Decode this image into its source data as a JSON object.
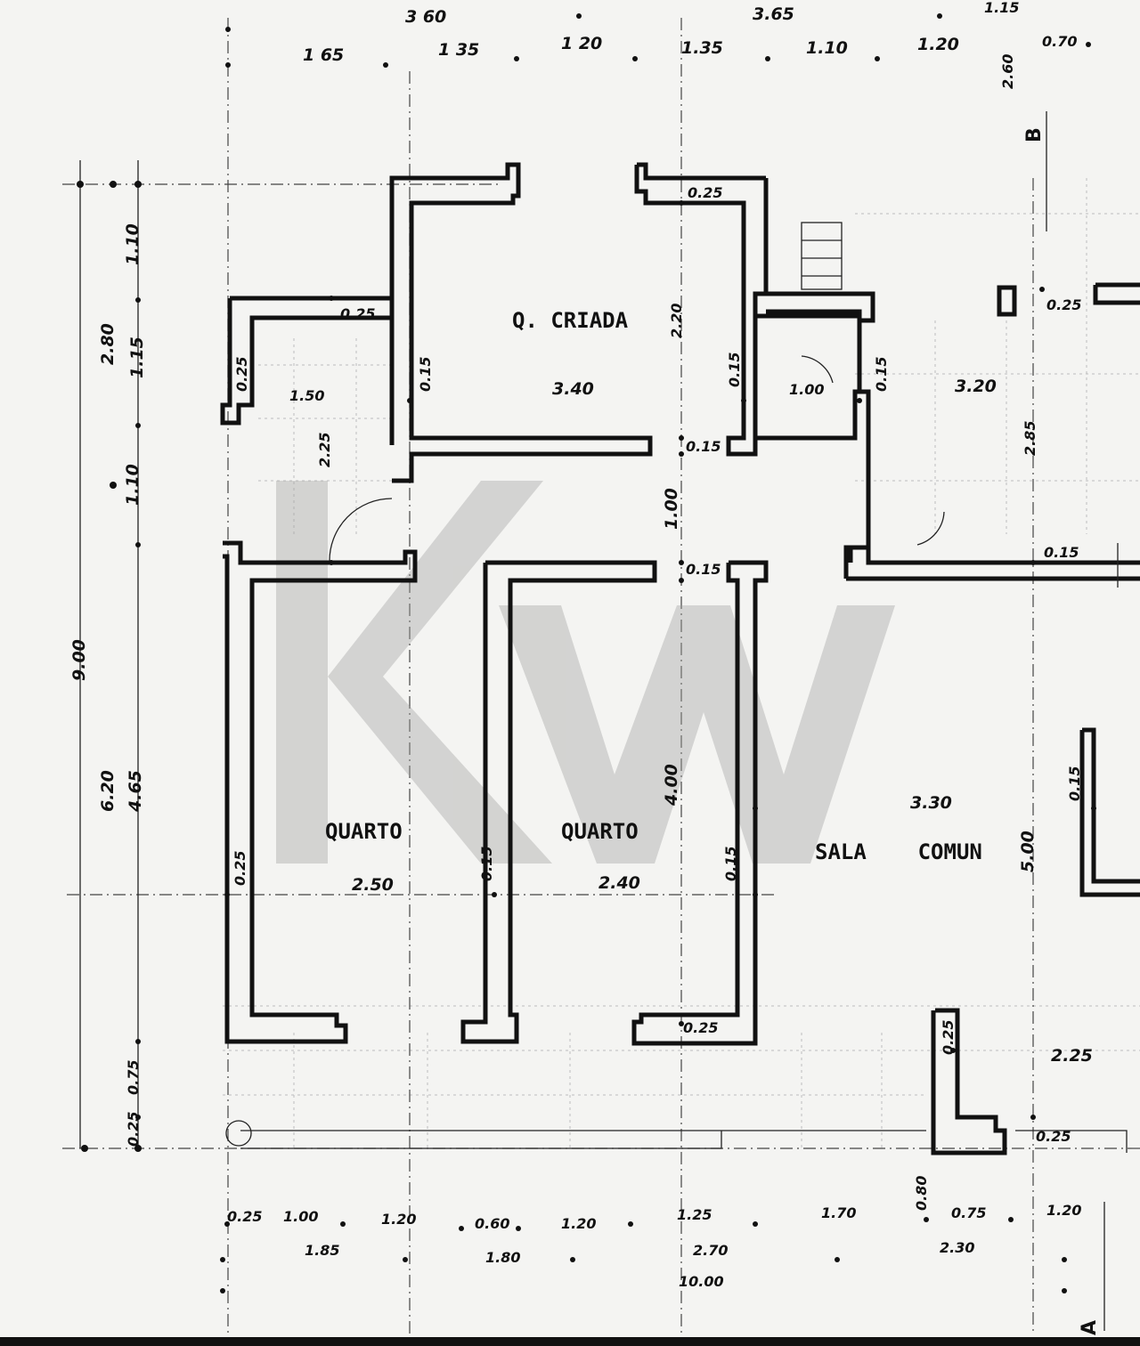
{
  "watermark": {
    "text": "KW",
    "color": "#9e9e9e"
  },
  "rooms": [
    {
      "id": "q-criada",
      "label": "Q. CRIADA"
    },
    {
      "id": "quarto-1",
      "label": "QUARTO"
    },
    {
      "id": "quarto-2",
      "label": "QUARTO"
    },
    {
      "id": "sala-comum",
      "label": "SALA    COMUN"
    }
  ],
  "section_markers": {
    "b": "B",
    "a": "A"
  },
  "dims": {
    "top_row1": [
      "3 60",
      "3.65",
      "1.15"
    ],
    "top_row2": [
      "1 65",
      "1 35",
      "1 20",
      "1.35",
      "1.10",
      "1.20",
      "0.70",
      "2.60"
    ],
    "left": [
      "1.10",
      "2.80",
      "1.15",
      "1.10",
      "9.00",
      "6.20",
      "4.65",
      "0.75",
      "0.25"
    ],
    "interior": [
      "0.25",
      "0.25",
      "0.25",
      "0.15",
      "1.50",
      "2.25",
      "3.40",
      "2.20",
      "0.15",
      "1.00",
      "0.15",
      "3.20",
      "2.85",
      "0.25",
      "0.15",
      "1.00",
      "0.15",
      "0.15",
      "4.00",
      "0.25",
      "2.50",
      "0.15",
      "2.40",
      "0.15",
      "3.30",
      "5.00",
      "0.15",
      "0.25",
      "0.25",
      "2.25",
      "0.25"
    ],
    "bottom_row1": [
      "0.25",
      "1.00",
      "1.20",
      "0.60",
      "1.20",
      "1.25",
      "1.70",
      "0.80",
      "0.75",
      "1.20"
    ],
    "bottom_row2": [
      "1.85",
      "1.80",
      "2.70",
      "2.30"
    ],
    "bottom_total": "10.00"
  }
}
